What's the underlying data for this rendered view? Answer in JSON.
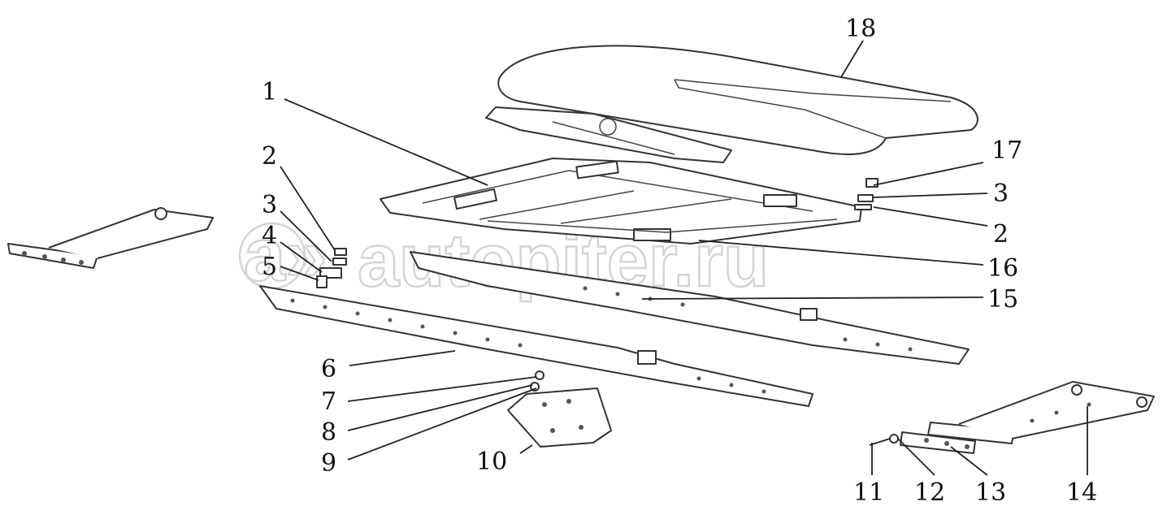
{
  "watermark": {
    "text": "autopiter.ru",
    "logo": "a»"
  },
  "callouts": [
    "18",
    "1",
    "17",
    "2",
    "3",
    "3",
    "4",
    "5",
    "2",
    "16",
    "15",
    "6",
    "7",
    "8",
    "9",
    "10",
    "11",
    "12",
    "13",
    "14"
  ],
  "colors": {
    "line": "#333333",
    "label": "#111111",
    "watermark": "#d4d4d4",
    "background": "#ffffff"
  }
}
